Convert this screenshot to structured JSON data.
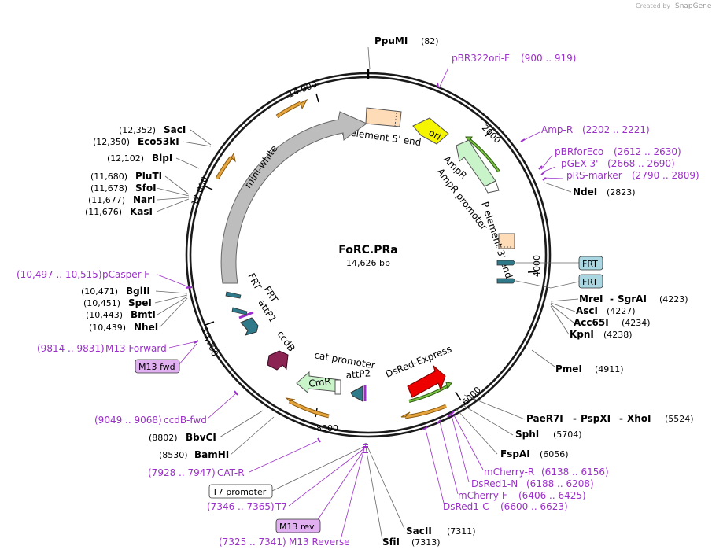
{
  "credit": {
    "prefix": "Created by",
    "brand": "SnapGene"
  },
  "plasmid": {
    "name": "FoRC.PRa",
    "size_label": "14,626 bp"
  },
  "ticks": [
    "2000",
    "4000",
    "6000",
    "8000",
    "10,000",
    "12,000",
    "14,000"
  ],
  "sites": [
    {
      "name": "PpuMI",
      "pos": "(82)"
    },
    {
      "name": "NdeI",
      "pos": "(2823)"
    },
    {
      "name": "MreI",
      "name2": "SgrAI",
      "pos": "(4223)"
    },
    {
      "name": "AscI",
      "pos": "(4227)"
    },
    {
      "name": "Acc65I",
      "pos": "(4234)"
    },
    {
      "name": "KpnI",
      "pos": "(4238)"
    },
    {
      "name": "PmeI",
      "pos": "(4911)"
    },
    {
      "name": "PaeR7I",
      "name2": "PspXI",
      "name3": "XhoI",
      "pos": "(5524)"
    },
    {
      "name": "SphI",
      "pos": "(5704)"
    },
    {
      "name": "FspAI",
      "pos": "(6056)"
    },
    {
      "name": "SacII",
      "pos": "(7311)"
    },
    {
      "name": "SfiI",
      "pos": "(7313)"
    },
    {
      "name": "BamHI",
      "pos": "(8530)"
    },
    {
      "name": "BbvCI",
      "pos": "(8802)"
    },
    {
      "name": "NheI",
      "pos": "(10,439)"
    },
    {
      "name": "BmtI",
      "pos": "(10,443)"
    },
    {
      "name": "SpeI",
      "pos": "(10,451)"
    },
    {
      "name": "BglII",
      "pos": "(10,471)"
    },
    {
      "name": "KasI",
      "pos": "(11,676)"
    },
    {
      "name": "NarI",
      "pos": "(11,677)"
    },
    {
      "name": "SfoI",
      "pos": "(11,678)"
    },
    {
      "name": "PluTI",
      "pos": "(11,680)"
    },
    {
      "name": "BlpI",
      "pos": "(12,102)"
    },
    {
      "name": "Eco53kI",
      "pos": "(12,350)"
    },
    {
      "name": "SacI",
      "pos": "(12,352)"
    }
  ],
  "primers": [
    {
      "name": "pBR322ori-F",
      "range": "(900 .. 919)"
    },
    {
      "name": "Amp-R",
      "range": "(2202 .. 2221)"
    },
    {
      "name": "pBRforEco",
      "range": "(2612 .. 2630)"
    },
    {
      "name": "pGEX 3'",
      "range": "(2668 .. 2690)"
    },
    {
      "name": "pRS-marker",
      "range": "(2790 .. 2809)"
    },
    {
      "name": "mCherry-R",
      "range": "(6138 .. 6156)"
    },
    {
      "name": "DsRed1-N",
      "range": "(6188 .. 6208)"
    },
    {
      "name": "mCherry-F",
      "range": "(6406 .. 6425)"
    },
    {
      "name": "DsRed1-C",
      "range": "(6600 .. 6623)"
    },
    {
      "name": "M13 Reverse",
      "range": "(7325 .. 7341)"
    },
    {
      "name": "T7",
      "range": "(7346 .. 7365)"
    },
    {
      "name": "CAT-R",
      "range": "(7928 .. 7947)"
    },
    {
      "name": "ccdB-fwd",
      "range": "(9049 .. 9068)"
    },
    {
      "name": "M13 Forward",
      "range": "(9814 .. 9831)"
    },
    {
      "name": "pCasper-F",
      "range": "(10,497 .. 10,515)"
    }
  ],
  "boxes": {
    "frt_1": "FRT",
    "frt_2": "FRT",
    "m13_fwd": "M13 fwd",
    "m13_rev": "M13 rev",
    "t7_promoter": "T7 promoter"
  },
  "features": {
    "p_element_5": "P element 5' end",
    "ori": "ori",
    "ampr": "AmpR",
    "ampr_promoter": "AmpR promoter",
    "p_element_3": "P element 3' end",
    "dsred": "DsRed-Express",
    "cmr": "CmR",
    "cat_promoter": "cat promoter",
    "attp2": "attP2",
    "ccdb": "ccdB",
    "attp1": "attP1",
    "frt_a": "FRT",
    "frt_b": "FRT",
    "mini_white": "mini-white"
  },
  "colors": {
    "primer": "#9b30c8",
    "ori": "#f5f500",
    "ampr": "#c9f3c9",
    "p_element": "#ffdcb8",
    "dsred": "#ee0000",
    "ccdb": "#8b2452",
    "frt": "#2f7a8a",
    "mini_white": "#bdbdbd",
    "orf_arrow": "#e6a43c",
    "green_arrow": "#5aa02a",
    "box_teal": "#a9d6e0",
    "box_purple": "#e0b0f0"
  }
}
